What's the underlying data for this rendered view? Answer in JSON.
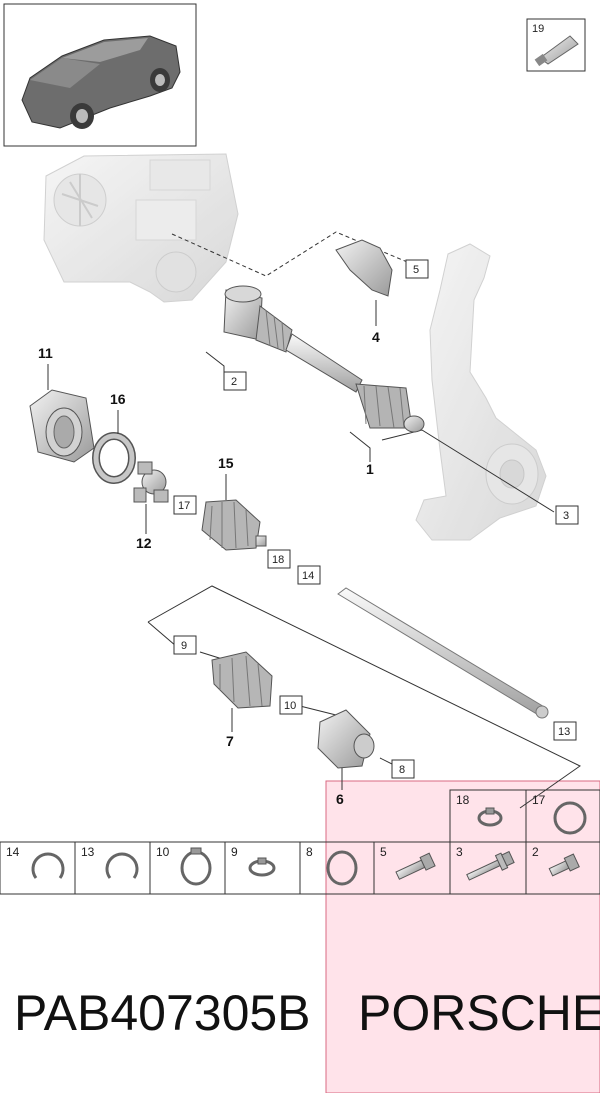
{
  "diagram": {
    "callouts": [
      "1",
      "2",
      "3",
      "4",
      "5",
      "6",
      "7",
      "8",
      "9",
      "10",
      "11",
      "12",
      "13",
      "14",
      "15",
      "16",
      "17",
      "18",
      "19"
    ],
    "boxed_labels": [
      "2",
      "3",
      "5",
      "8",
      "9",
      "10",
      "13",
      "14",
      "17",
      "18",
      "19"
    ],
    "bold_labels": [
      "1",
      "4",
      "6",
      "7",
      "11",
      "12",
      "15",
      "16"
    ],
    "table_row_1": [
      {
        "label": "18",
        "icon": "clamp-icon"
      },
      {
        "label": "17",
        "icon": "snap-ring-icon"
      }
    ],
    "table_row_2": [
      {
        "label": "14",
        "icon": "circlip-icon"
      },
      {
        "label": "13",
        "icon": "circlip-icon"
      },
      {
        "label": "10",
        "icon": "hose-clamp-icon"
      },
      {
        "label": "9",
        "icon": "clamp-icon"
      },
      {
        "label": "8",
        "icon": "o-ring-icon"
      },
      {
        "label": "5",
        "icon": "bolt-icon"
      },
      {
        "label": "3",
        "icon": "collar-bolt-icon"
      },
      {
        "label": "2",
        "icon": "short-bolt-icon"
      }
    ],
    "highlight_color": "#ffe3ea",
    "highlight_border": "#d86a82"
  },
  "part_number": "PAB407305B",
  "brand": "PORSCHE"
}
